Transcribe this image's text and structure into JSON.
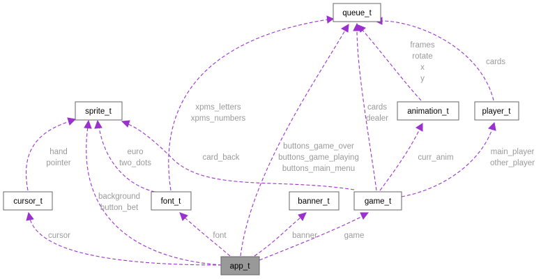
{
  "nodes": {
    "queue_t": "queue_t",
    "sprite_t": "sprite_t",
    "animation_t": "animation_t",
    "player_t": "player_t",
    "cursor_t": "cursor_t",
    "font_t": "font_t",
    "banner_t": "banner_t",
    "game_t": "game_t",
    "app_t": "app_t"
  },
  "edge_labels": {
    "frames": [
      "frames",
      "rotate",
      "x",
      "y"
    ],
    "cards_player": [
      "cards"
    ],
    "xpms": [
      "xpms_letters",
      "xpms_numbers"
    ],
    "cards_dealer": [
      "cards",
      "dealer"
    ],
    "buttons": [
      "buttons_game_over",
      "buttons_game_playing",
      "buttons_main_menu"
    ],
    "hand": [
      "hand",
      "pointer"
    ],
    "euro": [
      "euro",
      "two_dots"
    ],
    "card_back": [
      "card_back"
    ],
    "curr_anim": [
      "curr_anim"
    ],
    "main_player": [
      "main_player",
      "other_player"
    ],
    "background": [
      "background",
      "button_bet"
    ],
    "cursor": [
      "cursor"
    ],
    "font": [
      "font"
    ],
    "banner": [
      "banner"
    ],
    "game": [
      "game"
    ]
  },
  "colors": {
    "edge": "#9a32cd",
    "label": "#9a9a9a",
    "root_fill": "#999999"
  }
}
